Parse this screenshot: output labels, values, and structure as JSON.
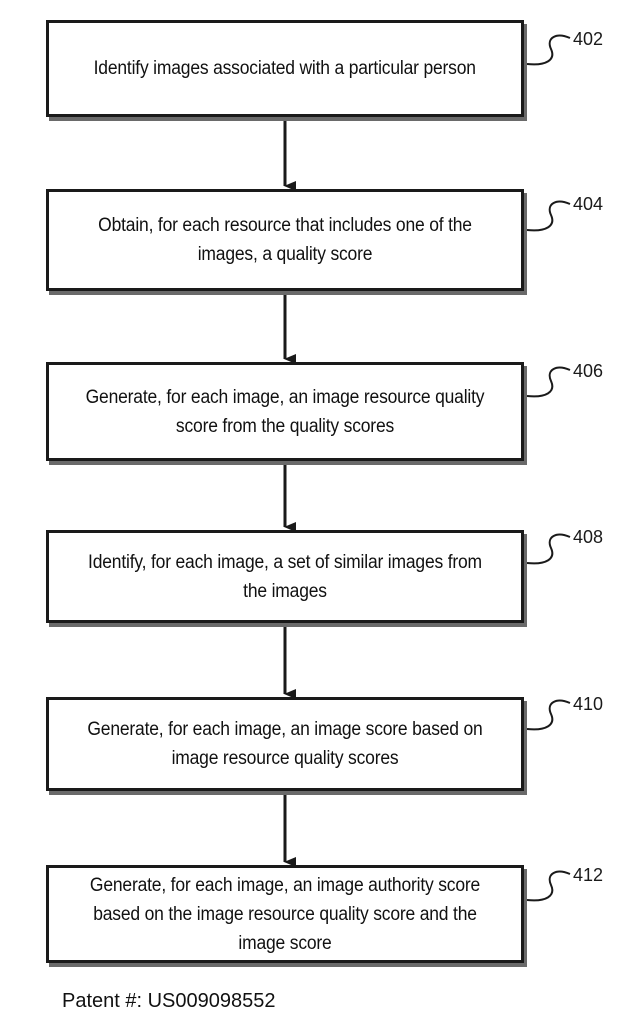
{
  "steps": [
    {
      "ref": "402",
      "text": "Identify images associated with a particular person"
    },
    {
      "ref": "404",
      "text": "Obtain, for each resource that includes one of the images, a quality score"
    },
    {
      "ref": "406",
      "text": "Generate, for each image, an image resource quality score from the quality scores"
    },
    {
      "ref": "408",
      "text": "Identify, for each image, a set of similar images from the images"
    },
    {
      "ref": "410",
      "text": "Generate, for each image, an image score based on image resource quality scores"
    },
    {
      "ref": "412",
      "text": "Generate, for each image, an image authority score based on the image resource quality score and the image score"
    }
  ],
  "footer": "Patent #: US009098552"
}
